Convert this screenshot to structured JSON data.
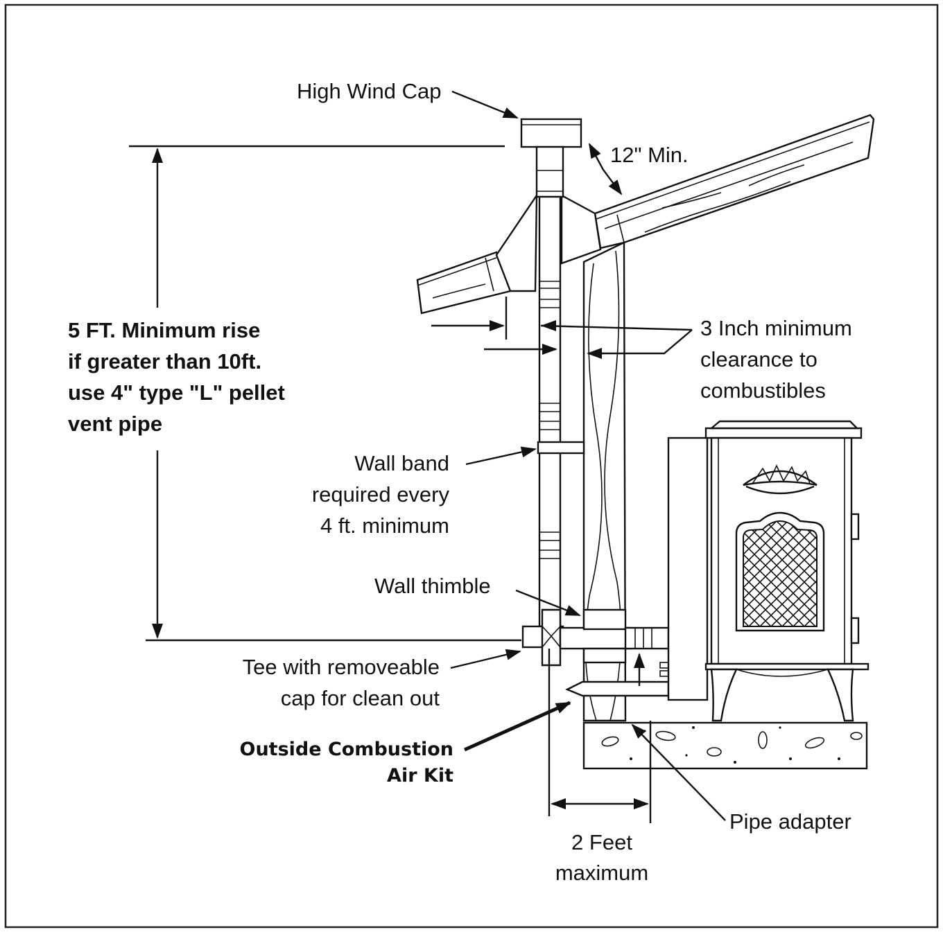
{
  "labels": {
    "high_wind_cap": "High Wind Cap",
    "twelve_min": "12\" Min.",
    "rise_1": "5 FT. Minimum rise",
    "rise_2": "if greater than 10ft.",
    "rise_3": "use 4\" type \"L\" pellet",
    "rise_4": "vent pipe",
    "clearance_1": "3 Inch minimum",
    "clearance_2": "clearance to",
    "clearance_3": "combustibles",
    "wall_band_1": "Wall band",
    "wall_band_2": "required every",
    "wall_band_3": "4 ft. minimum",
    "wall_thimble": "Wall thimble",
    "tee_1": "Tee with removeable",
    "tee_2": "cap for clean out",
    "oca_1": "Outside Combustion",
    "oca_2": "Air Kit",
    "pipe_adapter": "Pipe adapter",
    "two_feet_1": "2 Feet",
    "two_feet_2": "maximum"
  },
  "colors": {
    "ink": "#111111",
    "background": "#ffffff"
  }
}
